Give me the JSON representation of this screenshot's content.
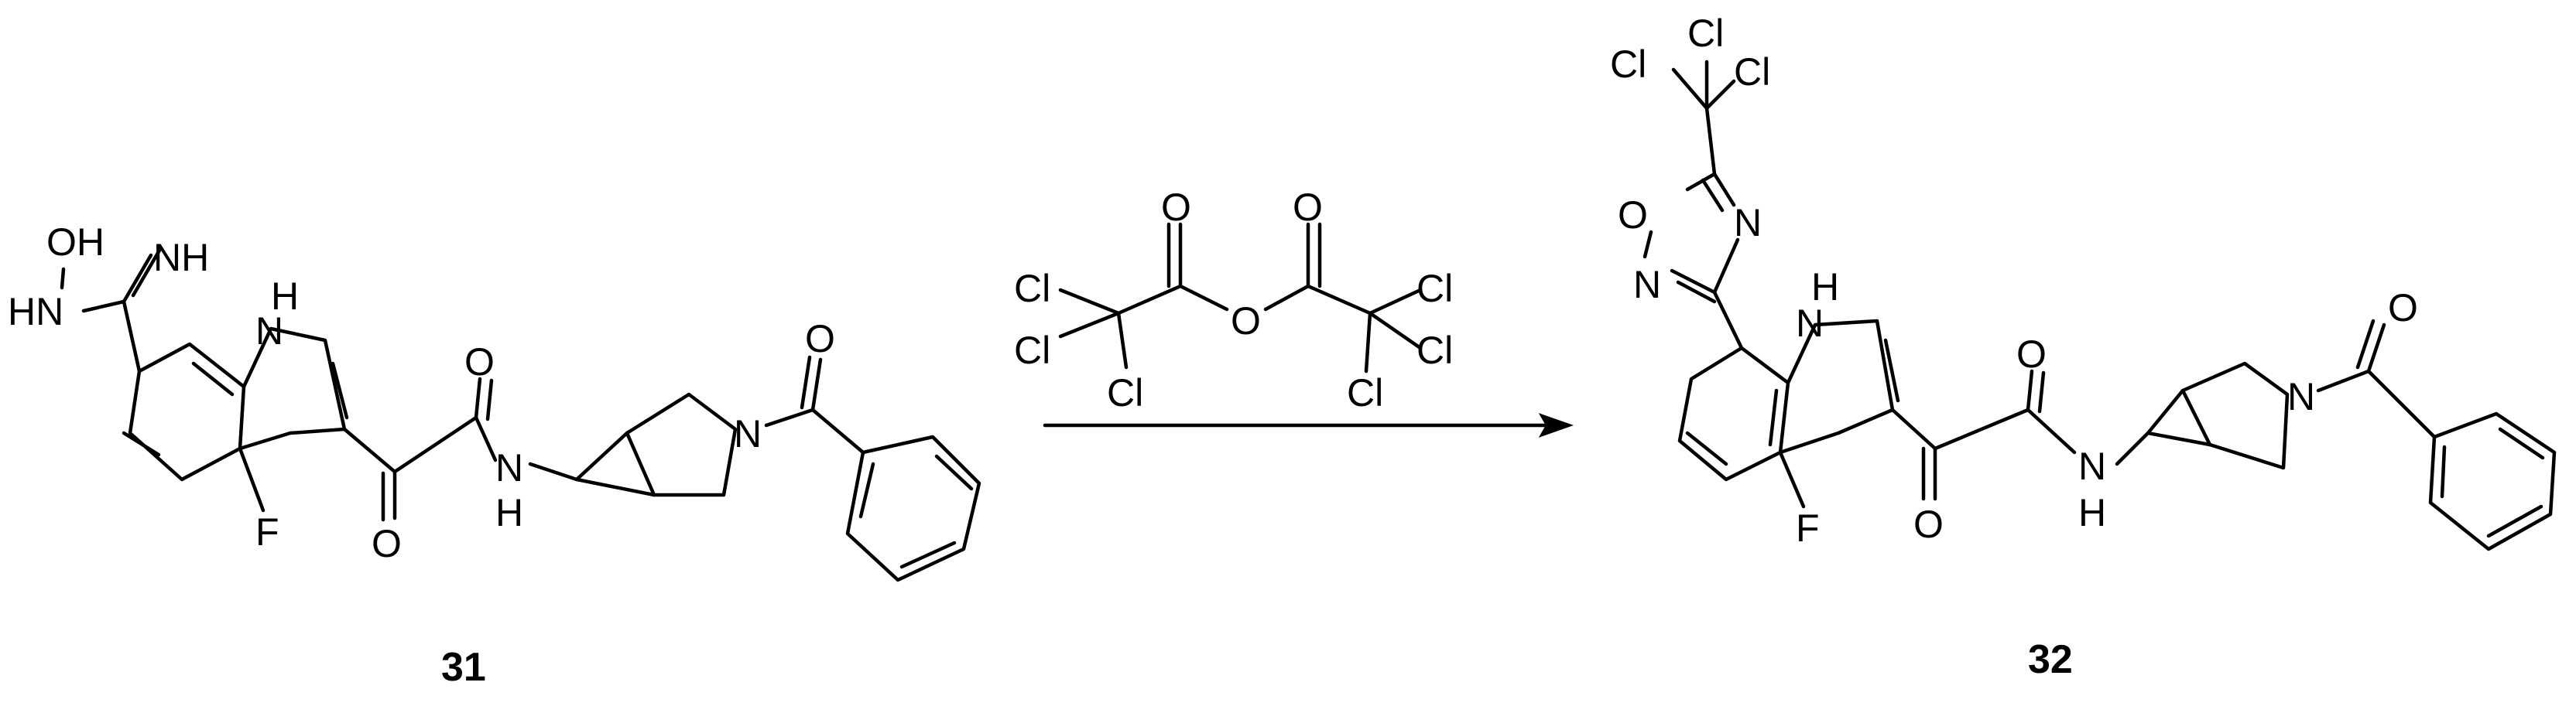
{
  "scheme": {
    "compound_left": {
      "label": "31",
      "atoms": {
        "oh": "OH",
        "nh_imine": "NH",
        "hn": "HN",
        "n_indole": "N",
        "h_indole": "H",
        "o_top": "O",
        "o_bottom": "O",
        "n_amide": "N",
        "h_amide": "H",
        "f": "F",
        "n_ring": "N",
        "o_benzoyl": "O"
      }
    },
    "reagent": {
      "atoms": {
        "o_carbonyl_left": "O",
        "o_carbonyl_right": "O",
        "o_bridge": "O",
        "cl_1": "Cl",
        "cl_2": "Cl",
        "cl_3": "Cl",
        "cl_4": "Cl",
        "cl_5": "Cl",
        "cl_6": "Cl"
      }
    },
    "compound_right": {
      "label": "32",
      "atoms": {
        "cl_top": "Cl",
        "cl_left": "Cl",
        "cl_right": "Cl",
        "o_oxadiazole": "O",
        "n_oxadiazole_1": "N",
        "n_oxadiazole_2": "N",
        "n_indole": "N",
        "h_indole": "H",
        "o_top": "O",
        "o_bottom": "O",
        "n_amide": "N",
        "h_amide": "H",
        "f": "F",
        "n_ring": "N",
        "o_benzoyl": "O"
      }
    }
  }
}
